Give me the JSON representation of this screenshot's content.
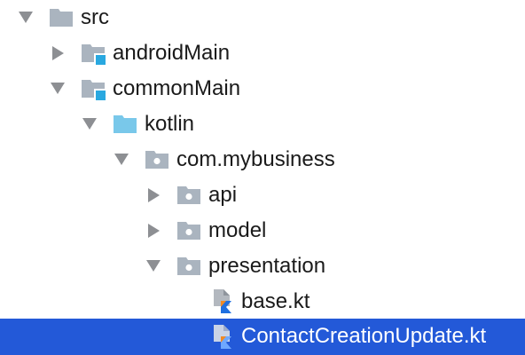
{
  "tree": {
    "nodes": [
      {
        "label": "src",
        "expanded": true,
        "icon": "folder-icon"
      },
      {
        "label": "androidMain",
        "expanded": false,
        "icon": "source-set-folder-icon"
      },
      {
        "label": "commonMain",
        "expanded": true,
        "icon": "source-set-folder-icon"
      },
      {
        "label": "kotlin",
        "expanded": true,
        "icon": "source-root-folder-icon"
      },
      {
        "label": "com.mybusiness",
        "expanded": true,
        "icon": "package-icon"
      },
      {
        "label": "api",
        "expanded": false,
        "icon": "package-icon"
      },
      {
        "label": "model",
        "expanded": false,
        "icon": "package-icon"
      },
      {
        "label": "presentation",
        "expanded": true,
        "icon": "package-icon"
      },
      {
        "label": "base.kt",
        "icon": "kotlin-file-icon"
      },
      {
        "label": "ContactCreationUpdate.kt",
        "icon": "kotlin-file-icon",
        "selected": true
      }
    ]
  },
  "colors": {
    "selection": "#2359d8",
    "folder": "#aab4bf",
    "source_root": "#79c8ea",
    "source_set_badge": "#29a8e0",
    "arrow": "#8d8f93"
  }
}
